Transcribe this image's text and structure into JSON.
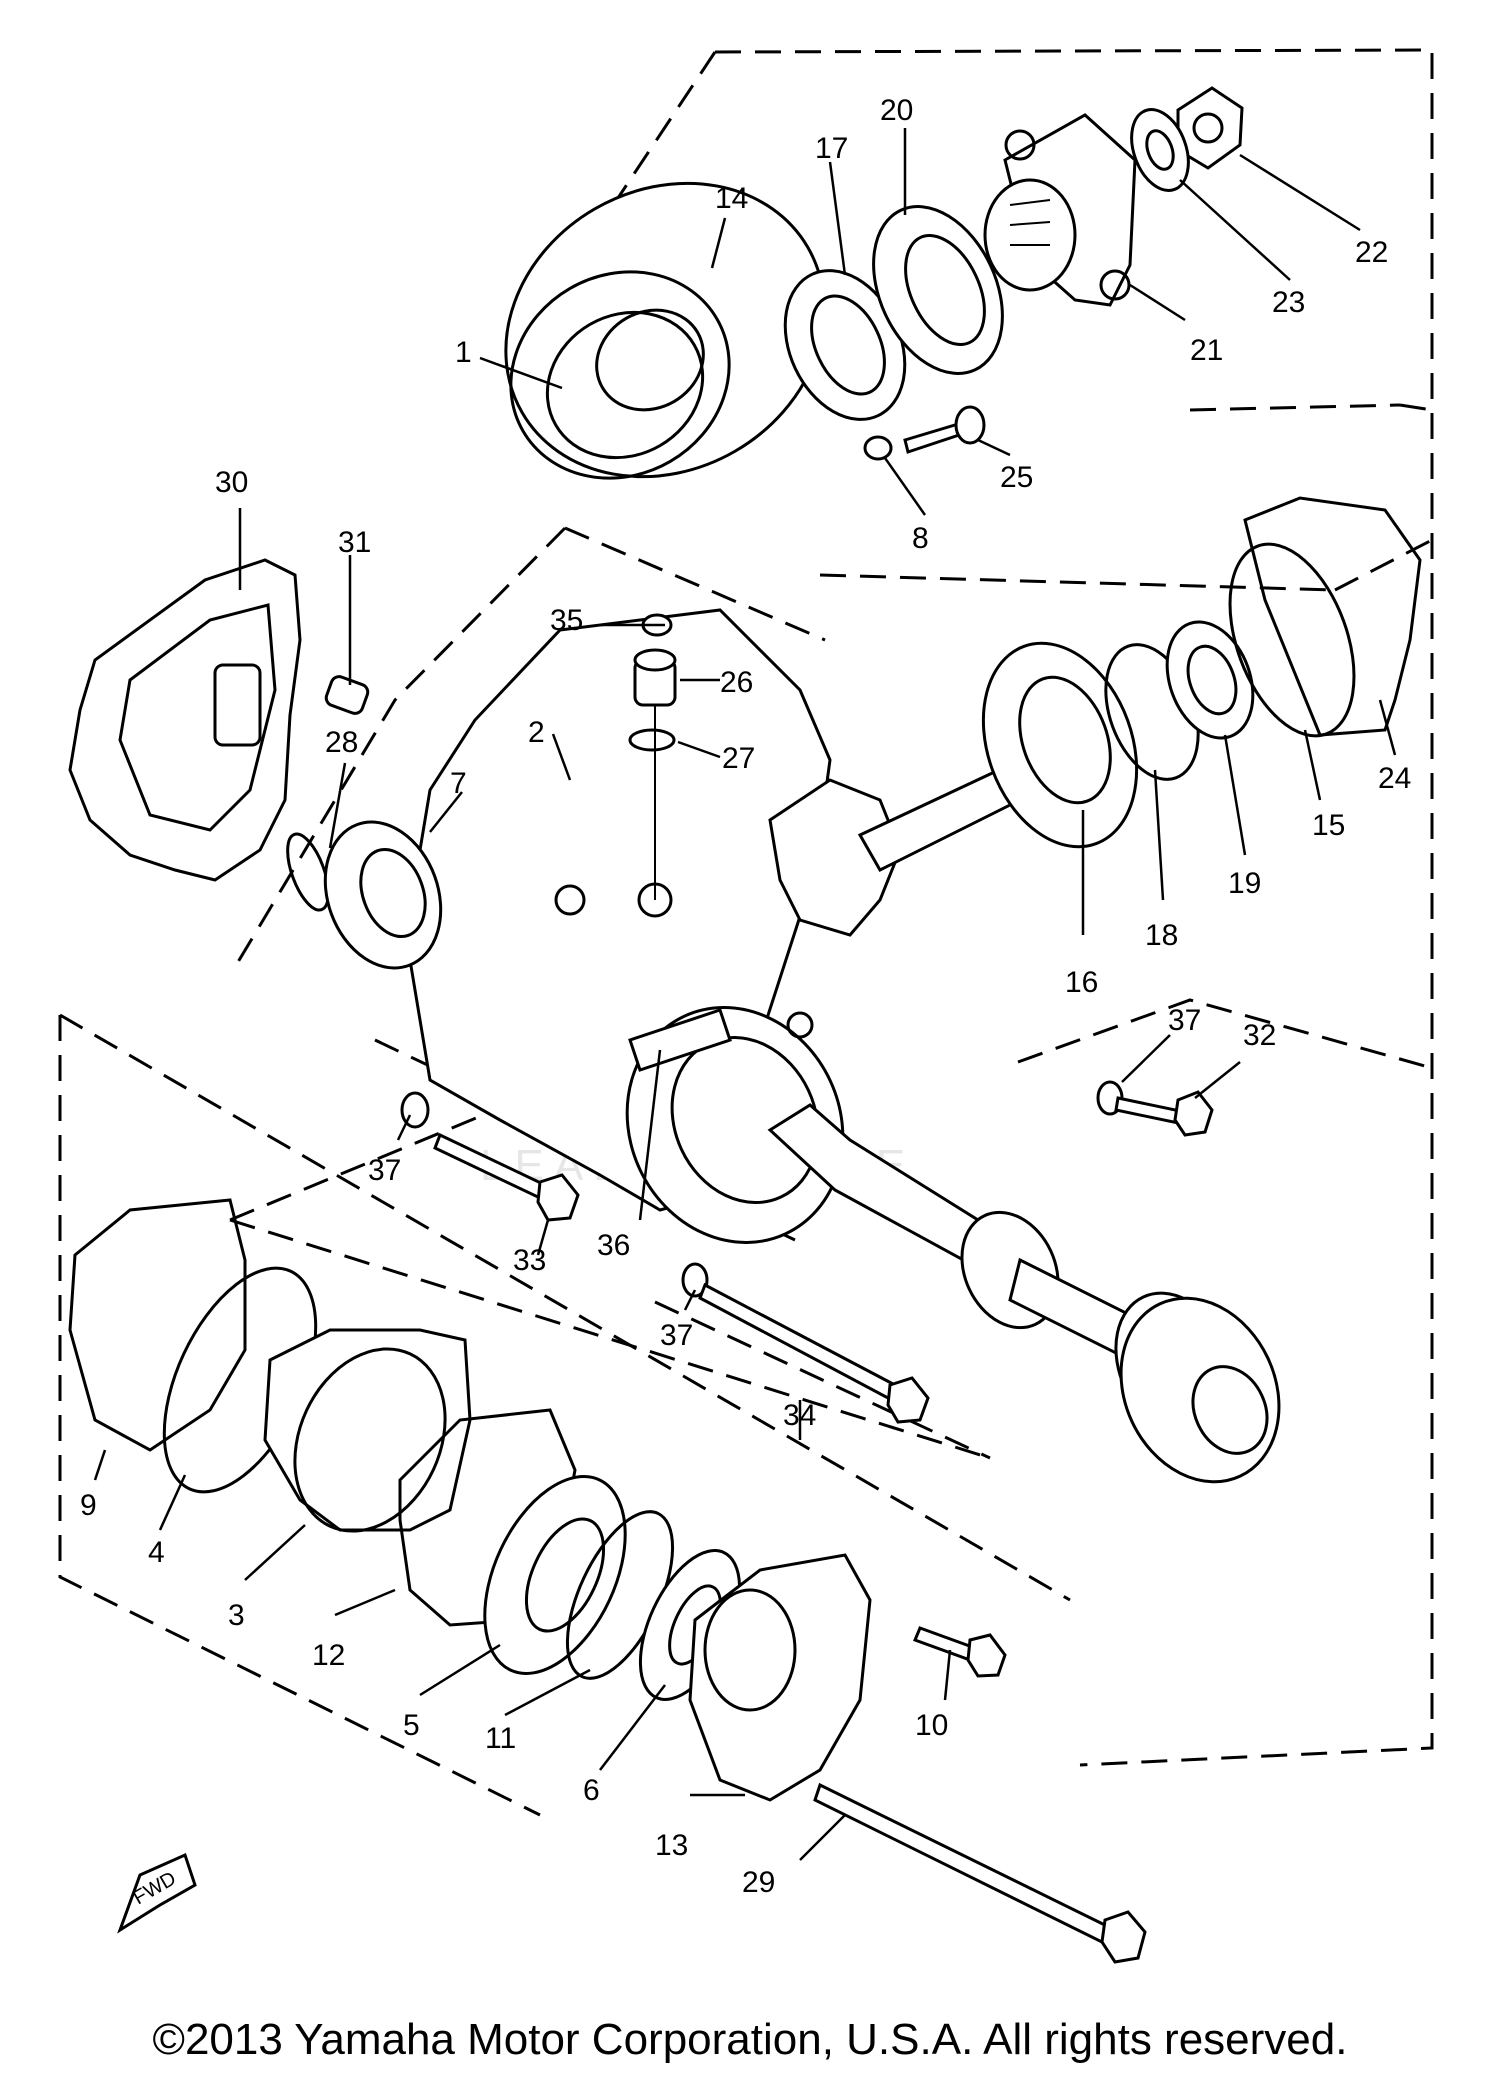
{
  "diagram": {
    "callouts": [
      {
        "id": "1",
        "label": "1"
      },
      {
        "id": "2",
        "label": "2"
      },
      {
        "id": "3",
        "label": "3"
      },
      {
        "id": "4",
        "label": "4"
      },
      {
        "id": "5",
        "label": "5"
      },
      {
        "id": "6",
        "label": "6"
      },
      {
        "id": "7",
        "label": "7"
      },
      {
        "id": "8",
        "label": "8"
      },
      {
        "id": "9",
        "label": "9"
      },
      {
        "id": "10",
        "label": "10"
      },
      {
        "id": "11",
        "label": "11"
      },
      {
        "id": "12",
        "label": "12"
      },
      {
        "id": "13",
        "label": "13"
      },
      {
        "id": "14",
        "label": "14"
      },
      {
        "id": "15",
        "label": "15"
      },
      {
        "id": "16",
        "label": "16"
      },
      {
        "id": "17",
        "label": "17"
      },
      {
        "id": "18",
        "label": "18"
      },
      {
        "id": "19",
        "label": "19"
      },
      {
        "id": "20",
        "label": "20"
      },
      {
        "id": "21",
        "label": "21"
      },
      {
        "id": "22",
        "label": "22"
      },
      {
        "id": "23",
        "label": "23"
      },
      {
        "id": "24",
        "label": "24"
      },
      {
        "id": "25",
        "label": "25"
      },
      {
        "id": "26",
        "label": "26"
      },
      {
        "id": "27",
        "label": "27"
      },
      {
        "id": "28",
        "label": "28"
      },
      {
        "id": "29",
        "label": "29"
      },
      {
        "id": "30",
        "label": "30"
      },
      {
        "id": "31",
        "label": "31"
      },
      {
        "id": "32",
        "label": "32"
      },
      {
        "id": "33",
        "label": "33"
      },
      {
        "id": "34",
        "label": "34"
      },
      {
        "id": "35",
        "label": "35"
      },
      {
        "id": "36",
        "label": "36"
      },
      {
        "id": "37a",
        "label": "37"
      },
      {
        "id": "37b",
        "label": "37"
      },
      {
        "id": "37c",
        "label": "37"
      }
    ],
    "fwd_label": "FWD",
    "watermark": "LEADVENTURE"
  },
  "footer": {
    "copyright": "©2013 Yamaha Motor Corporation, U.S.A. All rights reserved."
  }
}
